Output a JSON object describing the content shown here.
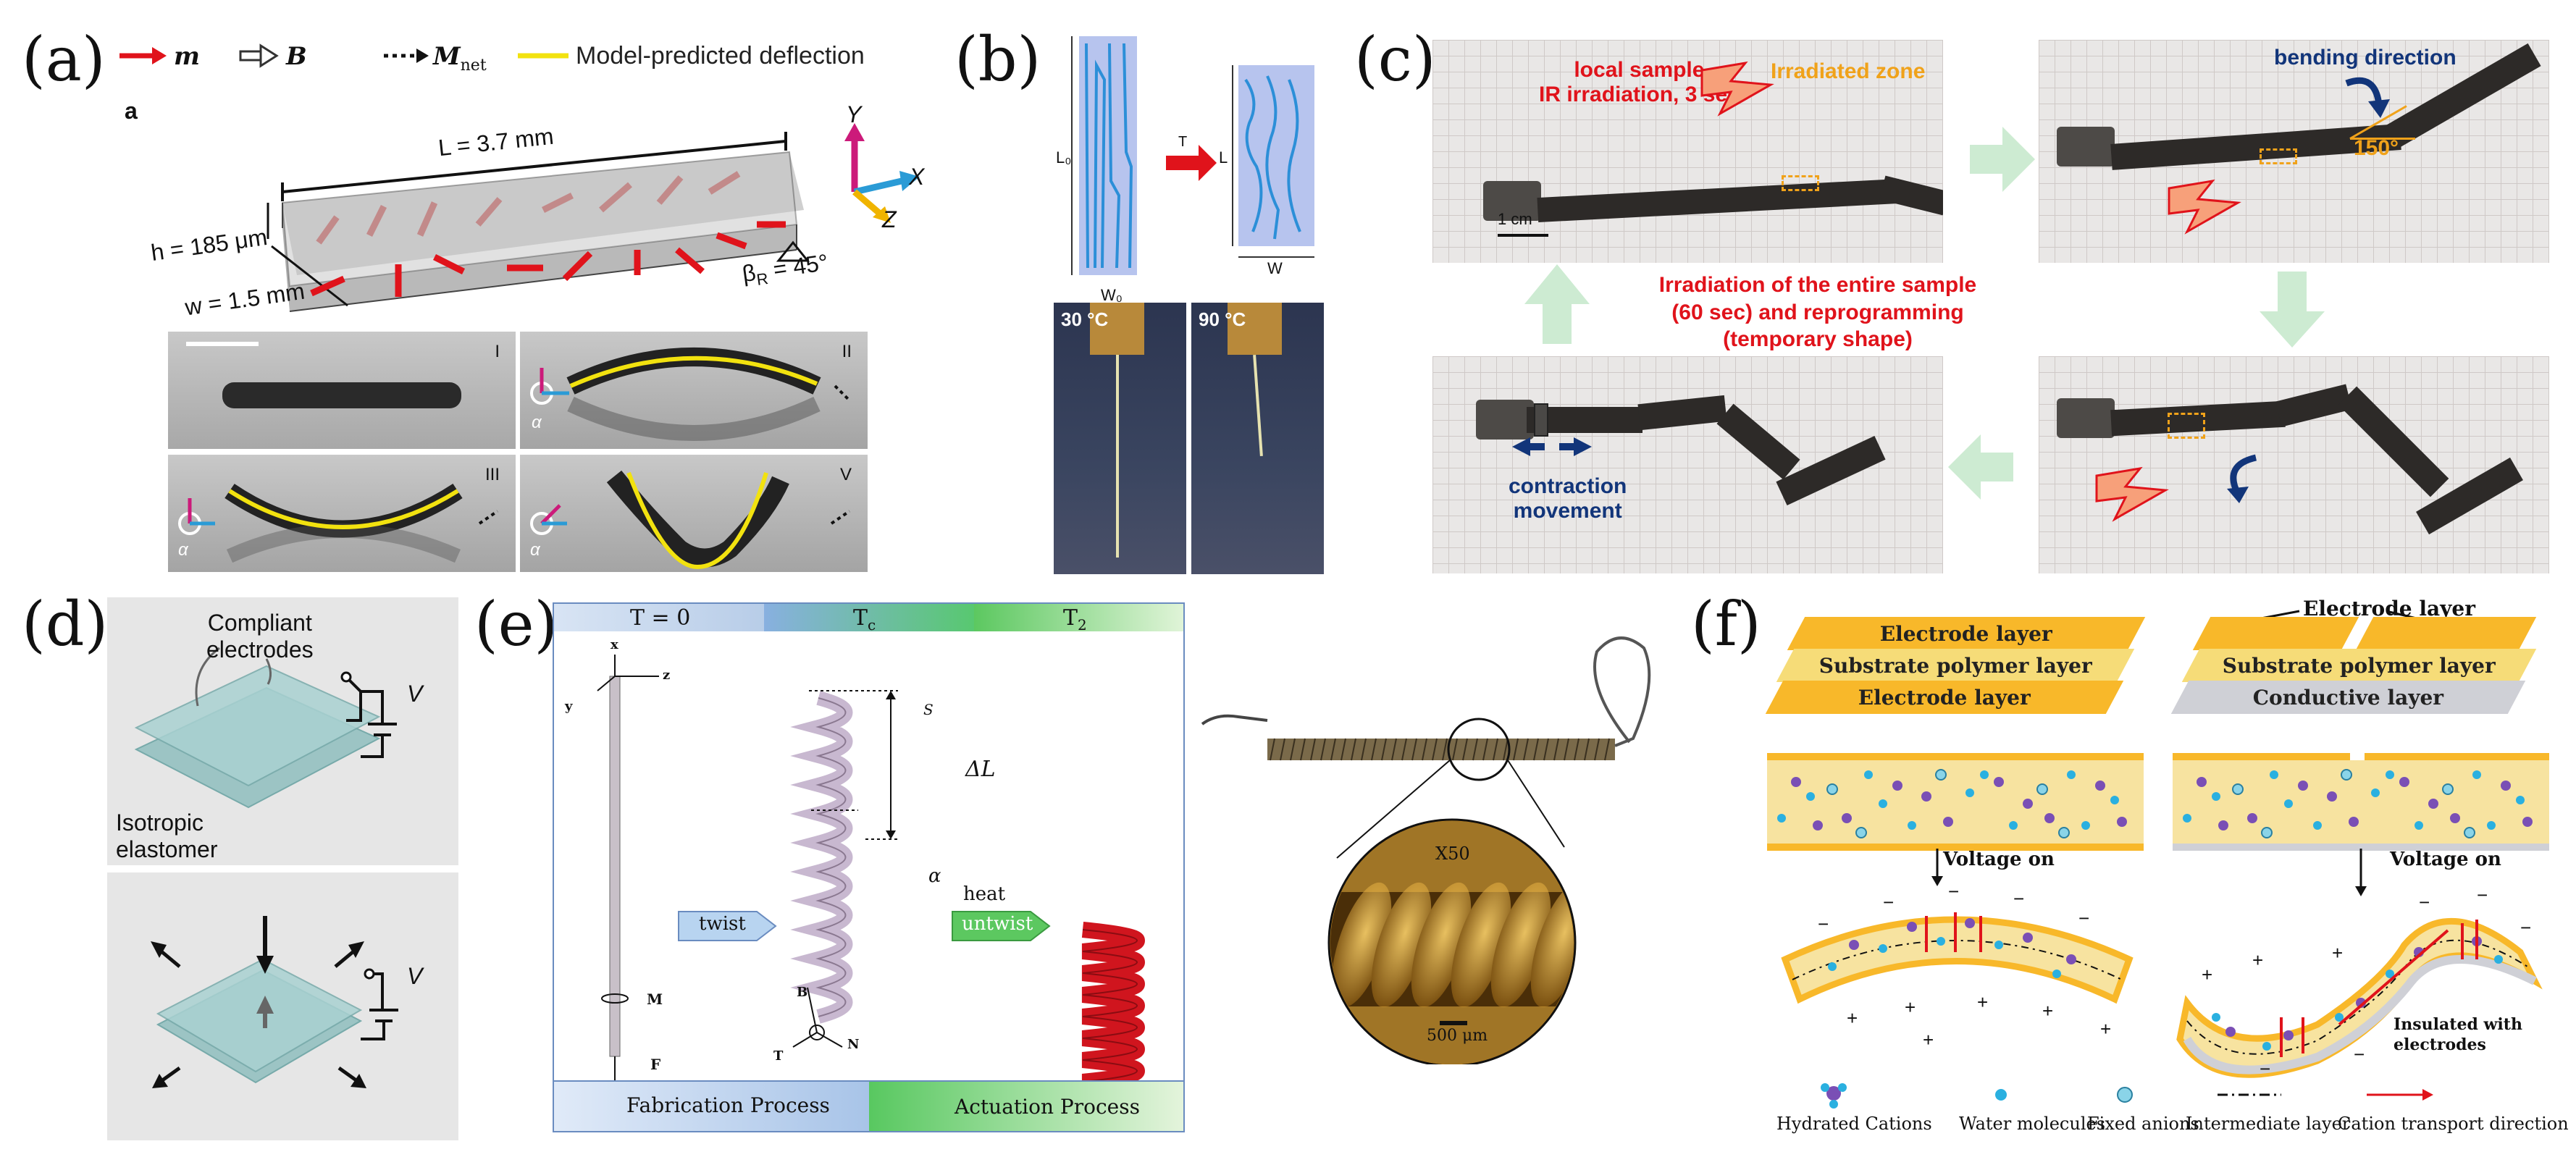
{
  "panel_labels": {
    "a": "(a)",
    "b": "(b)",
    "c": "(c)",
    "d": "(d)",
    "e": "(e)",
    "f": "(f)"
  },
  "panel_a": {
    "legend": {
      "m": "m",
      "B": "B",
      "M": "M",
      "M_sub": "net",
      "deflection": "Model-predicted deflection"
    },
    "sub_label": "a",
    "length": "L = 3.7 mm",
    "height": "h = 185 μm",
    "width": "w = 1.5 mm",
    "beta": "β",
    "beta_sub": "R",
    "beta_val": " = 45°",
    "axes": {
      "y": "Y",
      "x": "X",
      "z": "Z"
    },
    "roman": {
      "i": "I",
      "ii": "II",
      "iii": "III",
      "v": "V"
    },
    "alpha": "α",
    "colors": {
      "m_arrow": "#e0131b",
      "deflection": "#f2e20f",
      "y_axis": "#cc1a7a",
      "x_axis": "#2a9bd6",
      "z_axis": "#f0b400"
    }
  },
  "panel_b": {
    "L0": "L₀",
    "T": "T",
    "L": "L",
    "W0": "W₀",
    "W": "W",
    "temp1": "30 °C",
    "temp2": "90 °C"
  },
  "panel_c": {
    "local1": "local sample",
    "local2": "IR irradiation, 3 sec",
    "irradiated": "Irradiated zone",
    "scale": "1 cm",
    "bending": "bending direction",
    "angle": "150°",
    "entire1": "Irradiation of the entire sample",
    "entire2": "(60 sec) and reprogramming",
    "entire3": "(temporary shape)",
    "contraction1": "contraction",
    "contraction2": "movement"
  },
  "panel_d": {
    "compliant1": "Compliant",
    "compliant2": "electrodes",
    "V1": "V",
    "iso1": "Isotropic",
    "iso2": "elastomer",
    "V2": "V"
  },
  "panel_e": {
    "header": {
      "t0": "T = 0",
      "tc": "T",
      "tc_sub": "c",
      "t2": "T",
      "t2_sub": "2"
    },
    "axes": {
      "x": "x",
      "y": "y",
      "z": "z"
    },
    "M": "M",
    "F": "F",
    "twist": "twist",
    "heat": "heat",
    "untwist": "untwist",
    "s": "S",
    "deltaL": "ΔL",
    "alpha": "α",
    "B": "B",
    "T": "T",
    "N": "N",
    "fab": "Fabrication Process",
    "act": "Actuation Process",
    "mag": "X50",
    "scale": "500 μm"
  },
  "panel_f": {
    "left_layers": [
      "Electrode layer",
      "Substrate polymer layer",
      "Electrode layer"
    ],
    "right_electrode": "Electrode layer",
    "right_layers": [
      "Substrate polymer layer",
      "Conductive layer"
    ],
    "voltage_left": "Voltage on",
    "voltage_right": "Voltage on",
    "insulated1": "Insulated with",
    "insulated2": "electrodes",
    "legend": [
      "Hydrated Cations",
      "Water molecules",
      "Fixed anions",
      "Intermediate layer",
      "Cation transport direction"
    ],
    "colors": {
      "electrode": "#f8b82a",
      "substrate": "#f6dc78",
      "conductive": "#cfd0d6",
      "gel": "#f7e3a0",
      "cation": "#7a4fb5",
      "water": "#2ab0e0"
    }
  }
}
